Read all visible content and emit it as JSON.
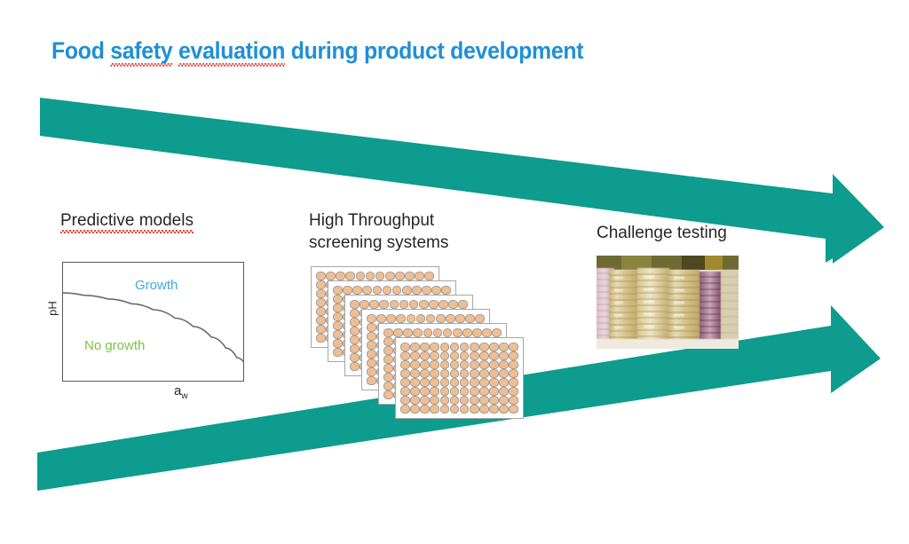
{
  "slide": {
    "title_parts": [
      {
        "text": "Food ",
        "misspelled": false
      },
      {
        "text": "safety",
        "misspelled": true
      },
      {
        "text": " ",
        "misspelled": false
      },
      {
        "text": "evaluation",
        "misspelled": true
      },
      {
        "text": " during product development",
        "misspelled": false
      }
    ],
    "title_full": "Food safety evaluation during product development",
    "background_color": "#FFFFFF"
  },
  "colors": {
    "title_blue": "#1F8FD6",
    "arrow_teal": "#0D9C8E",
    "growth_blue": "#3FA9E0",
    "no_growth_green": "#7DC242",
    "heading_gray": "#262626",
    "well_orange": "#F2BE8F",
    "spellcheck_red": "#E8453C"
  },
  "arrows": [
    {
      "name": "top-arrow",
      "direction": "right",
      "orientation": "descending",
      "color": "#0D9C8E"
    },
    {
      "name": "bottom-arrow",
      "direction": "right",
      "orientation": "ascending",
      "color": "#0D9C8E"
    }
  ],
  "sections": {
    "predictive": {
      "heading": "Predictive models",
      "heading_misspelled": true,
      "chart": {
        "growth_label": "Growth",
        "no_growth_label": "No growth",
        "y_axis_label": "pH",
        "x_axis_label_base": "a",
        "x_axis_label_sub": "w"
      }
    },
    "hts": {
      "heading_line1": "High Throughput",
      "heading_line2": "screening systems",
      "plate_count": 6,
      "well_columns": 12,
      "well_rows": 8
    },
    "challenge": {
      "heading": "Challenge testing",
      "image_alt": "stacks of petri dishes"
    }
  },
  "chart_data": {
    "type": "line",
    "title": "Predictive models",
    "xlabel": "aw",
    "ylabel": "pH",
    "grid": false,
    "legend": "inline-region-labels",
    "annotations": [
      "Growth",
      "No growth"
    ],
    "series": [
      {
        "name": "growth/no-growth boundary",
        "x": [
          0.0,
          0.12,
          0.25,
          0.38,
          0.5,
          0.62,
          0.72,
          0.82,
          0.9,
          0.96,
          1.0
        ],
        "y": [
          0.74,
          0.72,
          0.69,
          0.65,
          0.6,
          0.53,
          0.46,
          0.37,
          0.28,
          0.2,
          0.16
        ]
      }
    ],
    "xlim": [
      0,
      1
    ],
    "ylim": [
      0,
      1
    ]
  }
}
